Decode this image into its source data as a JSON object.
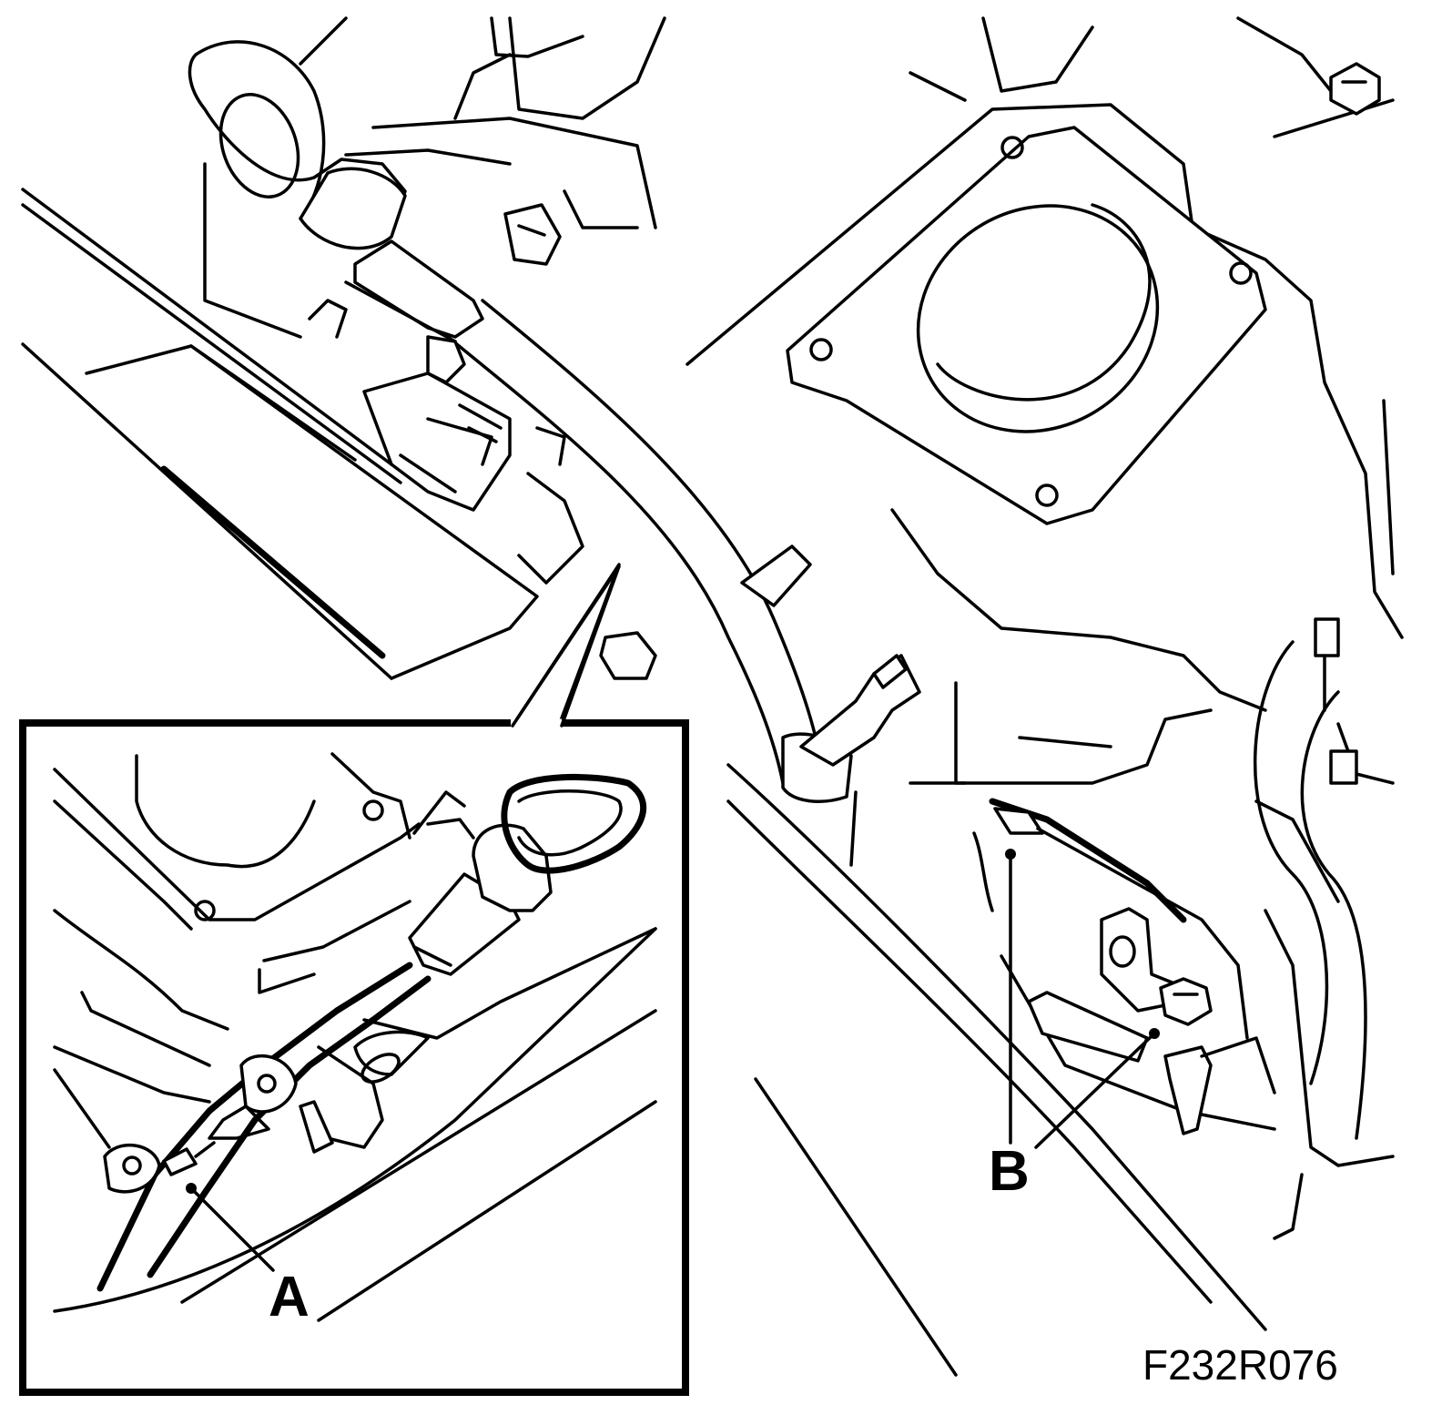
{
  "callouts": {
    "a": "A",
    "b": "B"
  },
  "figure_id": "F232R076",
  "colors": {
    "line": "#000000",
    "background": "#ffffff"
  }
}
